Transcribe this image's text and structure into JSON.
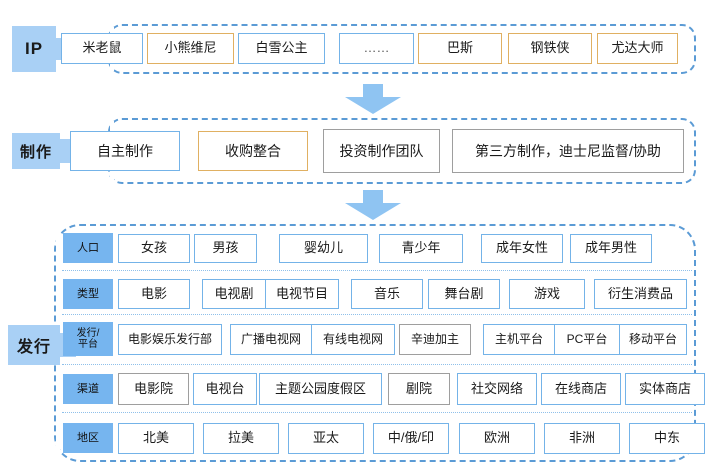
{
  "diagram": {
    "title_colors": {
      "stage_label_bg": "#A9D0F5",
      "rowkey_bg": "#76B5EF",
      "container_border": "#5B9BD5",
      "chip_blue": "#74B3E8",
      "chip_orange": "#E0B062",
      "chip_gray": "#9E9E9E",
      "arrow_fill": "#8FC4F2"
    },
    "stages": [
      {
        "key": "ip",
        "label": "IP",
        "items": [
          {
            "text": "米老鼠",
            "style": "blue"
          },
          {
            "text": "小熊维尼",
            "style": "orange"
          },
          {
            "text": "白雪公主",
            "style": "blue"
          },
          {
            "text": "……",
            "style": "blue"
          },
          {
            "text": "巴斯",
            "style": "orange"
          },
          {
            "text": "钢铁侠",
            "style": "orange"
          },
          {
            "text": "尤达大师",
            "style": "orange"
          }
        ]
      },
      {
        "key": "production",
        "label": "制作",
        "items": [
          {
            "text": "自主制作",
            "style": "blue"
          },
          {
            "text": "收购整合",
            "style": "orange"
          },
          {
            "text": "投资制作团队",
            "style": "gray"
          },
          {
            "text": "第三方制作，迪士尼监督/协助",
            "style": "gray"
          }
        ]
      }
    ],
    "distribution": {
      "label": "发行",
      "rows": [
        {
          "key": "population",
          "label": "人口",
          "items": [
            {
              "text": "女孩",
              "style": "blue"
            },
            {
              "text": "男孩",
              "style": "blue"
            },
            {
              "text": "婴幼儿",
              "style": "blue"
            },
            {
              "text": "青少年",
              "style": "blue"
            },
            {
              "text": "成年女性",
              "style": "blue"
            },
            {
              "text": "成年男性",
              "style": "blue"
            }
          ]
        },
        {
          "key": "type",
          "label": "类型",
          "items": [
            {
              "text": "电影",
              "style": "blue"
            },
            {
              "text": "电视剧",
              "style": "blue"
            },
            {
              "text": "电视节目",
              "style": "blue"
            },
            {
              "text": "音乐",
              "style": "blue"
            },
            {
              "text": "舞台剧",
              "style": "blue"
            },
            {
              "text": "游戏",
              "style": "blue"
            },
            {
              "text": "衍生消费品",
              "style": "blue"
            }
          ]
        },
        {
          "key": "platform",
          "label": "发行/\n平台",
          "label_line1": "发行/",
          "label_line2": "平台",
          "items": [
            {
              "text": "电影娱乐发行部",
              "style": "blue"
            },
            {
              "text": "广播电视网",
              "style": "blue"
            },
            {
              "text": "有线电视网",
              "style": "blue"
            },
            {
              "text": "辛迪加主",
              "style": "gray"
            },
            {
              "text": "主机平台",
              "style": "blue"
            },
            {
              "text": "PC平台",
              "style": "blue"
            },
            {
              "text": "移动平台",
              "style": "blue"
            }
          ]
        },
        {
          "key": "channel",
          "label": "渠道",
          "items": [
            {
              "text": "电影院",
              "style": "gray"
            },
            {
              "text": "电视台",
              "style": "blue"
            },
            {
              "text": "主题公园度假区",
              "style": "blue"
            },
            {
              "text": "剧院",
              "style": "gray"
            },
            {
              "text": "社交网络",
              "style": "blue"
            },
            {
              "text": "在线商店",
              "style": "blue"
            },
            {
              "text": "实体商店",
              "style": "blue"
            }
          ]
        },
        {
          "key": "region",
          "label": "地区",
          "items": [
            {
              "text": "北美",
              "style": "blue"
            },
            {
              "text": "拉美",
              "style": "blue"
            },
            {
              "text": "亚太",
              "style": "blue"
            },
            {
              "text": "中/俄/印",
              "style": "blue"
            },
            {
              "text": "欧洲",
              "style": "blue"
            },
            {
              "text": "非洲",
              "style": "blue"
            },
            {
              "text": "中东",
              "style": "blue"
            }
          ]
        }
      ]
    },
    "arrows": [
      {
        "name": "arrow-ip-to-production",
        "direction": "down"
      },
      {
        "name": "arrow-production-to-distribution",
        "direction": "down"
      }
    ]
  }
}
